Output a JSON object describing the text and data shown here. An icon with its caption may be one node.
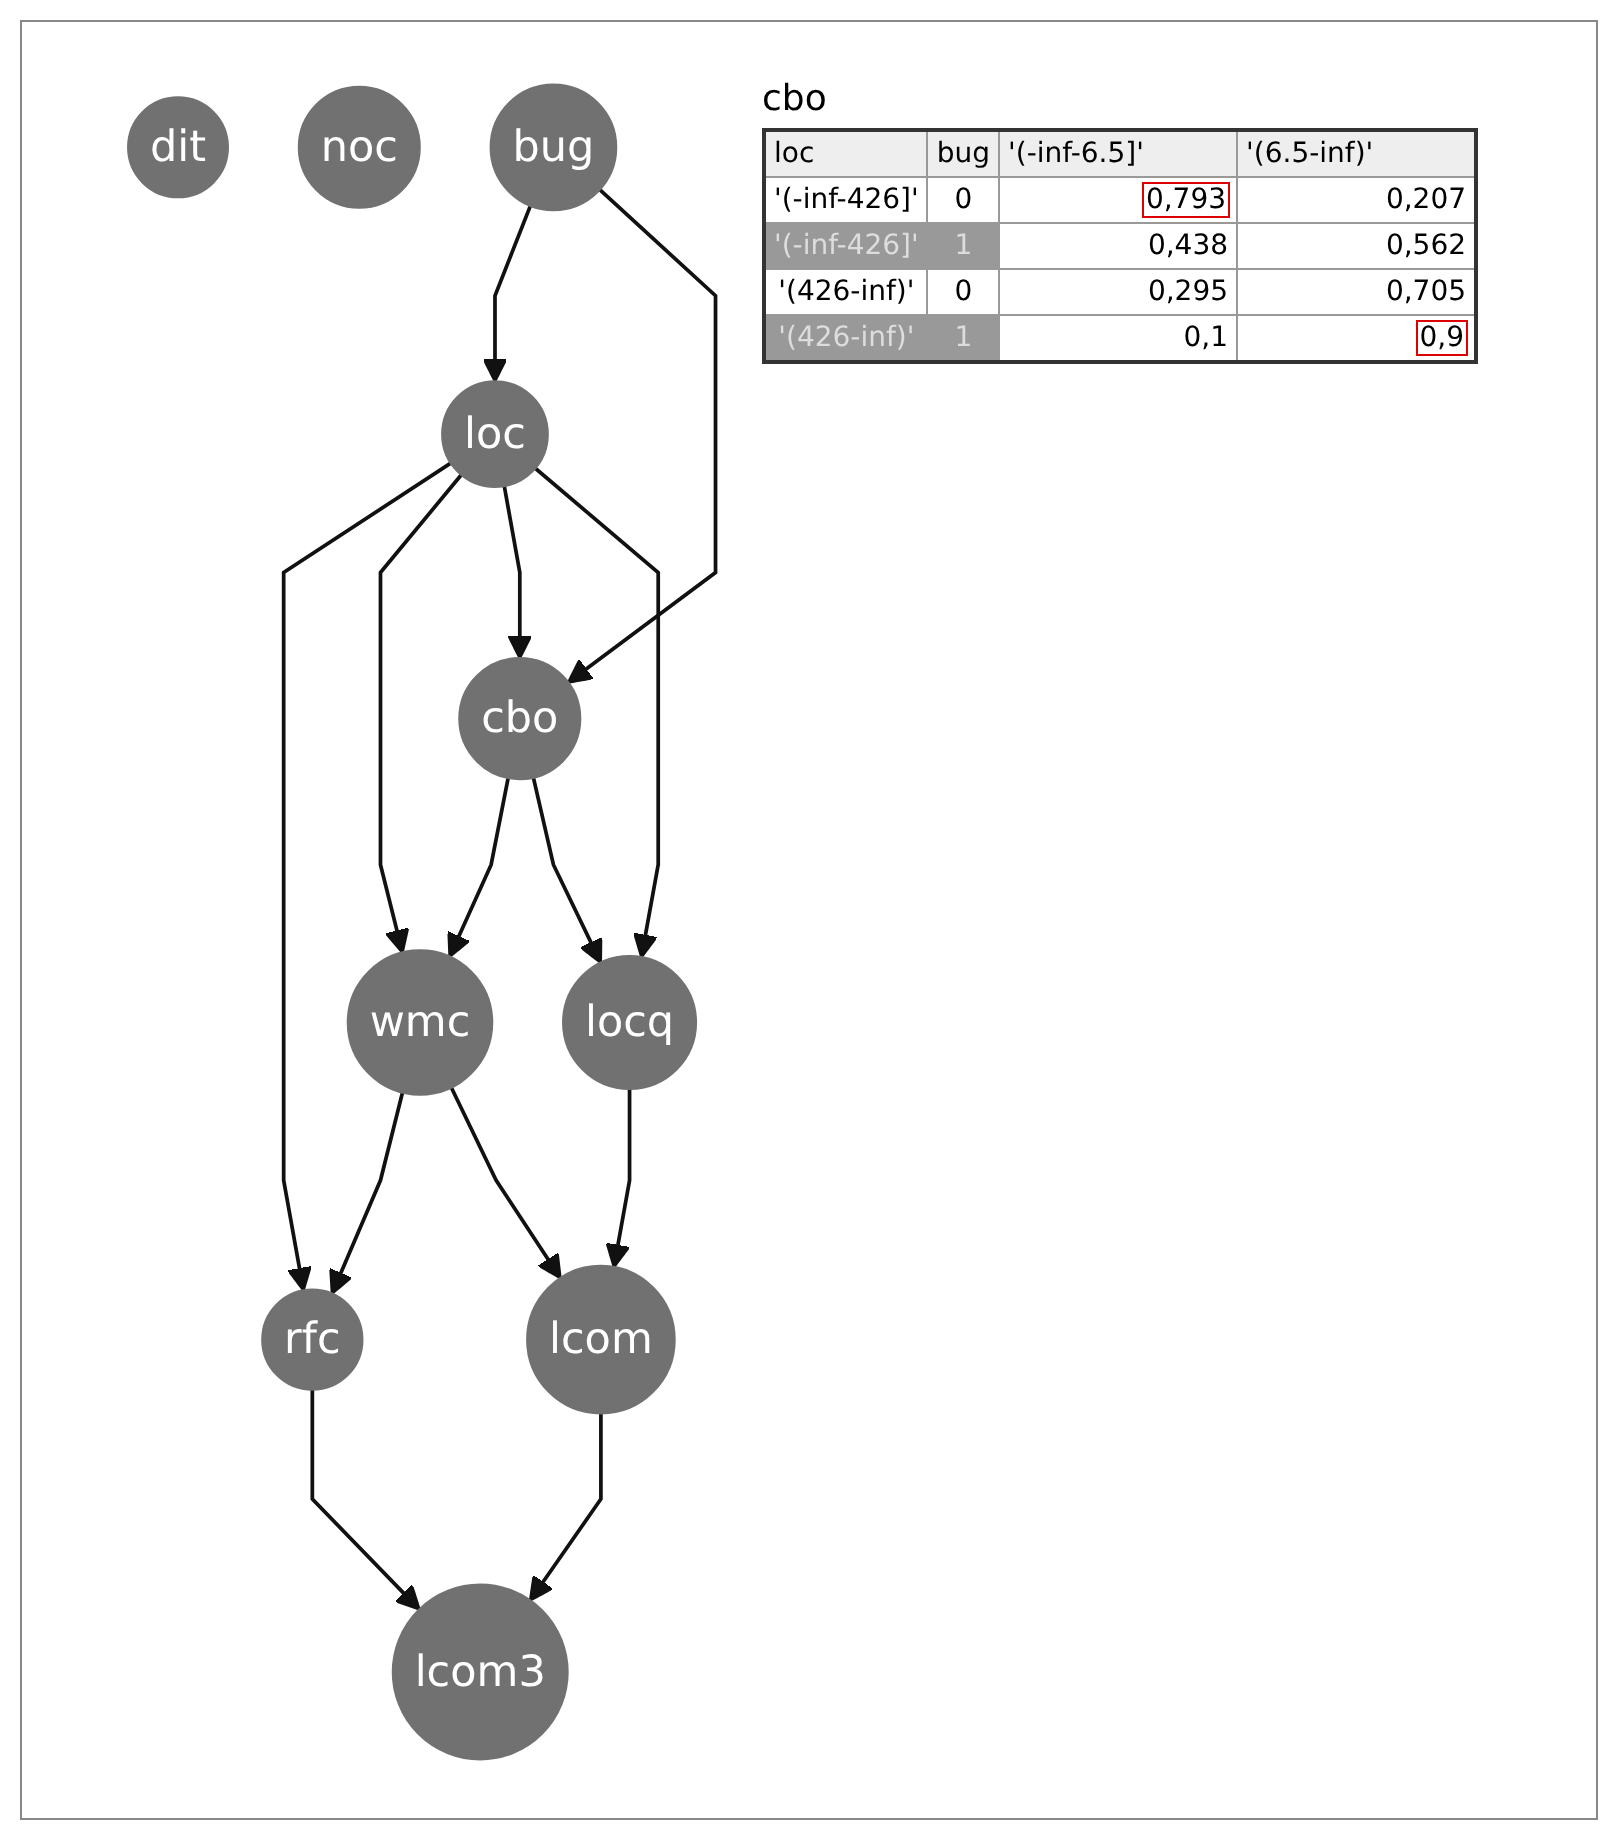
{
  "diagram": {
    "nodes": [
      {
        "text": [
          "dit"
        ]
      },
      {
        "text": [
          "noc"
        ]
      },
      {
        "text": [
          "bug"
        ]
      },
      {
        "text": [
          "loc"
        ]
      },
      {
        "text": [
          "cbo"
        ]
      },
      {
        "text": [
          "wmc"
        ]
      },
      {
        "text": [
          "locq"
        ]
      },
      {
        "text": [
          "rfc"
        ]
      },
      {
        "text": [
          "lcom"
        ]
      },
      {
        "text": [
          "lcom3"
        ]
      }
    ],
    "edges": [
      {
        "from": 2,
        "to": 3,
        "arrow": "to"
      },
      {
        "from": 2,
        "to": 4,
        "arrow": "to"
      },
      {
        "from": 3,
        "to": 7,
        "arrow": "to"
      },
      {
        "from": 3,
        "to": 5,
        "arrow": "to"
      },
      {
        "from": 3,
        "to": 4,
        "arrow": "to"
      },
      {
        "from": 3,
        "to": 6,
        "arrow": "to"
      },
      {
        "from": 4,
        "to": 5,
        "arrow": "to"
      },
      {
        "from": 4,
        "to": 6,
        "arrow": "to"
      },
      {
        "from": 5,
        "to": 7,
        "arrow": "to"
      },
      {
        "from": 5,
        "to": 8,
        "arrow": "to"
      },
      {
        "from": 6,
        "to": 8,
        "arrow": "to"
      },
      {
        "from": 7,
        "to": 9,
        "arrow": "to"
      },
      {
        "from": 8,
        "to": 9,
        "arrow": "to"
      }
    ],
    "labels": [
      "cbo",
      "loc",
      "bug",
      "'(-inf-6.5]'",
      "'(6.5-inf)'",
      "'(-inf-426]'",
      "0",
      "0,793",
      "0,207",
      "'(-inf-426]'",
      "1",
      "0,438",
      "0,562",
      "'(426-inf)'",
      "0",
      "0,295",
      "0,705",
      "'(426-inf)'",
      "1",
      "0,1",
      "0,9"
    ]
  }
}
